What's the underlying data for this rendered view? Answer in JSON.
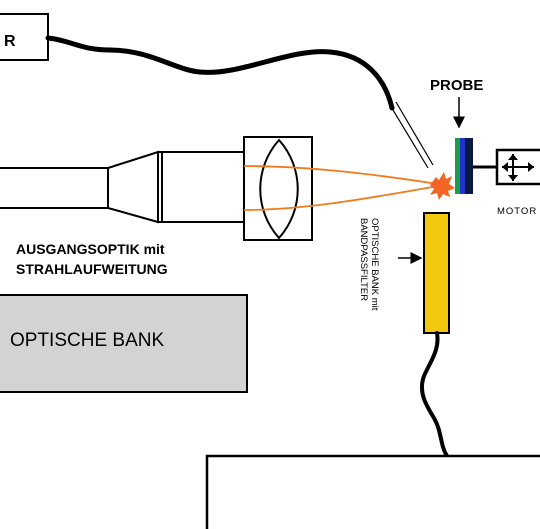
{
  "labels": {
    "top_left_box": "R",
    "probe": "PROBE",
    "motor": "MOTOR",
    "output_optics_line1": "AUSGANGSOPTIK mit",
    "output_optics_line2": "STRAHLAUFWEITUNG",
    "optical_bench": "OPTISCHE BANK",
    "filter_line1": "OPTISCHE BANK mit",
    "filter_line2": "BANDPASSFILTER"
  },
  "colors": {
    "line": "#000000",
    "beam": "#f07c1e",
    "spark": "#f26522",
    "bench_fill": "#d3d3d3",
    "filter_fill": "#f2c80f",
    "probe_green": "#1a9e4a",
    "probe_blue": "#2233cc",
    "probe_dark": "#0a1a44",
    "background": "#ffffff"
  }
}
